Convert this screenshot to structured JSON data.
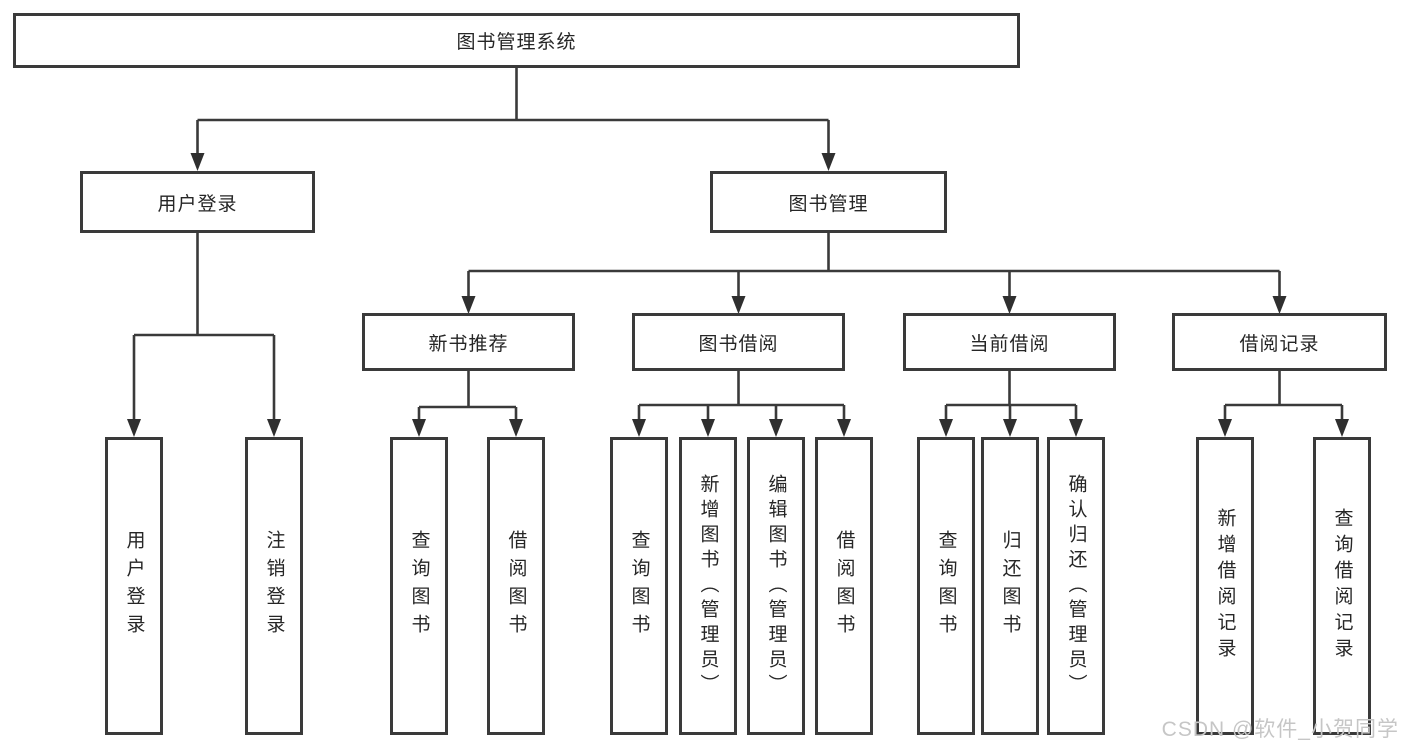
{
  "diagram": {
    "title": "图书管理系统",
    "root": {
      "label": "图书管理系统"
    },
    "level2": [
      {
        "id": "user-login",
        "label": "用户登录"
      },
      {
        "id": "book-management",
        "label": "图书管理"
      }
    ],
    "level3": [
      {
        "id": "new-book-recommend",
        "label": "新书推荐"
      },
      {
        "id": "book-borrow",
        "label": "图书借阅"
      },
      {
        "id": "current-borrow",
        "label": "当前借阅"
      },
      {
        "id": "borrow-record",
        "label": "借阅记录"
      }
    ],
    "leaves": {
      "user_login": [
        {
          "label": "用户登录"
        },
        {
          "label": "注销登录"
        }
      ],
      "new_book_recommend": [
        {
          "label": "查询图书"
        },
        {
          "label": "借阅图书"
        }
      ],
      "book_borrow": [
        {
          "label": "查询图书"
        },
        {
          "label": "新增图书（管理员）"
        },
        {
          "label": "编辑图书（管理员）"
        },
        {
          "label": "借阅图书"
        }
      ],
      "current_borrow": [
        {
          "label": "查询图书"
        },
        {
          "label": "归还图书"
        },
        {
          "label": "确认归还（管理员）"
        }
      ],
      "borrow_record": [
        {
          "label": "新增借阅记录"
        },
        {
          "label": "查询借阅记录"
        }
      ]
    },
    "colors": {
      "line": "#3a3a3a",
      "box_border": "#3a3a3a",
      "box_background": "#ffffff",
      "text": "#262626",
      "watermark": "#c6c6c6"
    },
    "watermark": "CSDN @软件_小贺同学"
  }
}
